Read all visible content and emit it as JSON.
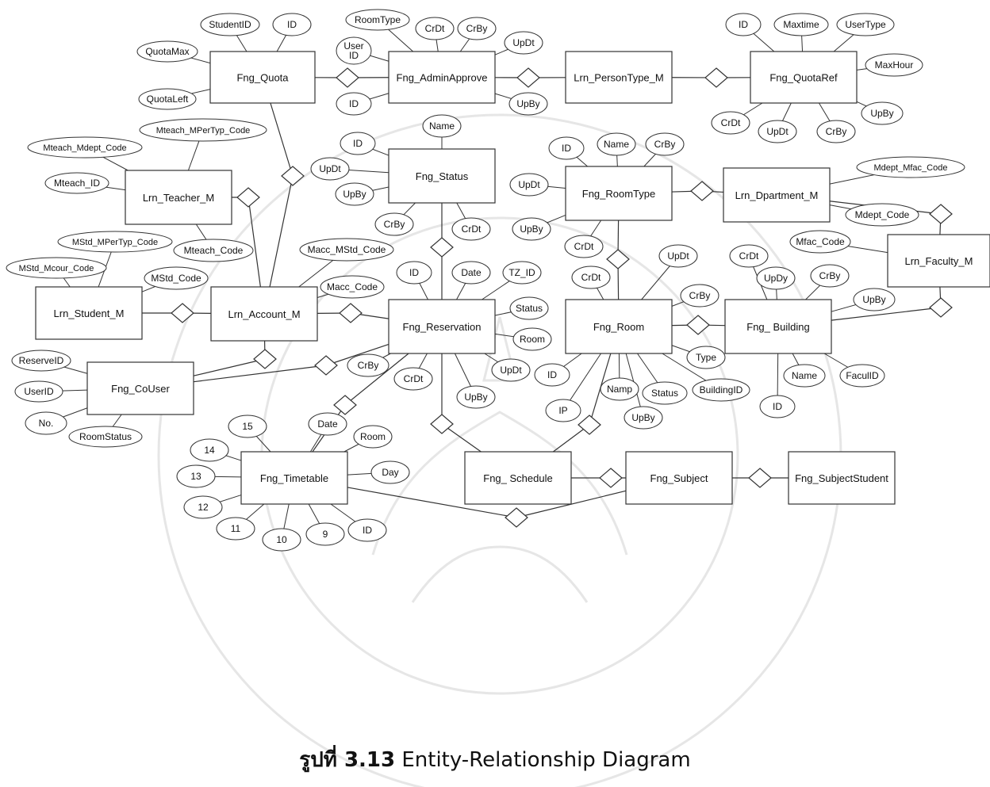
{
  "caption": {
    "prefix": "รูปที่ 3.13",
    "text": "Entity-Relationship Diagram"
  },
  "entities": [
    {
      "id": "quota",
      "label": "Fng_Quota"
    },
    {
      "id": "adminapprove",
      "label": "Fng_AdminApprove"
    },
    {
      "id": "persontype",
      "label": "Lrn_PersonType_M"
    },
    {
      "id": "quotaref",
      "label": "Fng_QuotaRef"
    },
    {
      "id": "teacher",
      "label": "Lrn_Teacher_M"
    },
    {
      "id": "status",
      "label": "Fng_Status"
    },
    {
      "id": "roomtype",
      "label": "Fng_RoomType"
    },
    {
      "id": "department",
      "label": "Lrn_Dpartment_M"
    },
    {
      "id": "faculty",
      "label": "Lrn_Faculty_M"
    },
    {
      "id": "student",
      "label": "Lrn_Student_M"
    },
    {
      "id": "account",
      "label": "Lrn_Account_M"
    },
    {
      "id": "reservation",
      "label": "Fng_Reservation"
    },
    {
      "id": "room",
      "label": "Fng_Room"
    },
    {
      "id": "building",
      "label": "Fng_ Building"
    },
    {
      "id": "couser",
      "label": "Fng_CoUser"
    },
    {
      "id": "timetable",
      "label": "Fng_Timetable"
    },
    {
      "id": "schedule",
      "label": "Fng_ Schedule"
    },
    {
      "id": "subject",
      "label": "Fng_Subject"
    },
    {
      "id": "subjectstudent",
      "label": "Fng_SubjectStudent"
    }
  ],
  "attributes": [
    "StudentID",
    "ID",
    "QuotaMax",
    "QuotaLeft",
    "RoomType",
    "CrDt",
    "CrBy",
    "UpDt",
    "User ID",
    "ID",
    "UpBy",
    "ID",
    "Maxtime",
    "UserType",
    "MaxHour",
    "UpBy",
    "CrBy",
    "UpDt",
    "CrDt",
    "Mteach_MPerTyp_Code",
    "Mteach_Mdept_Code",
    "Mteach_ID",
    "Mteach_Code",
    "Name",
    "ID",
    "UpDt",
    "UpBy",
    "CrBy",
    "CrDt",
    "ID",
    "Name",
    "CrBy",
    "UpDt",
    "UpBy",
    "CrDt",
    "Mdept_Mfac_Code",
    "Mdept_Code",
    "Mfac_Code",
    "MStd_MPerTyp_Code",
    "MStd_Mcour_Code",
    "MStd_Code",
    "Macc_MStd_Code",
    "Macc_Code",
    "ID",
    "Date",
    "TZ_ID",
    "Status",
    "Room",
    "CrBy",
    "CrDt",
    "UpDt",
    "UpBy",
    "UpDt",
    "CrDt",
    "CrBy",
    "Type",
    "ID",
    "IP",
    "Namp",
    "UpBy",
    "Status",
    "BuildingID",
    "CrDt",
    "UpDy",
    "CrBy",
    "UpBy",
    "Name",
    "FaculID",
    "ID",
    "ReserveID",
    "UserID",
    "No.",
    "RoomStatus",
    "15",
    "Date",
    "Room",
    "14",
    "13",
    "12",
    "11",
    "10",
    "9",
    "ID",
    "Day"
  ]
}
